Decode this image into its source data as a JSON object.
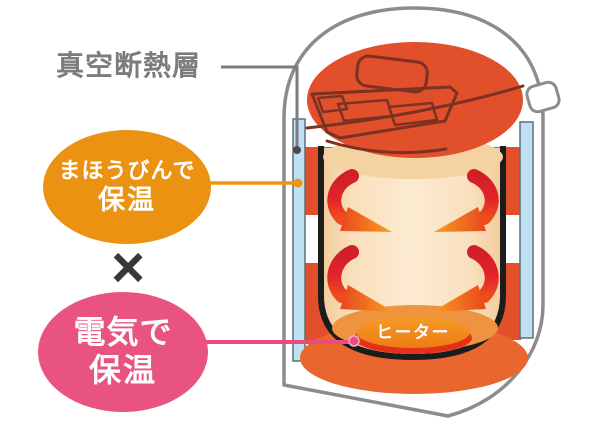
{
  "diagram": {
    "vacuum_layer_label": "真空断熱層",
    "cross_symbol": "×",
    "heater_label": "ヒーター",
    "bubbles": {
      "thermos": {
        "line1": "まほうびんで",
        "line2": "保温"
      },
      "electric": {
        "line1": "電気で",
        "line2": "保温"
      }
    },
    "icons": {
      "heat_flow": "heat-circulation-arrow",
      "vacuum": "vacuum-layer-strip"
    },
    "colors": {
      "thermos_bubble_orange": "#EC9213",
      "electric_bubble_pink": "#E9537F",
      "label_gray": "#7E7B7B",
      "cross_black": "#383838",
      "outline_gray": "#8C8C8C",
      "lid_red": "#E2502B",
      "band_red": "#E2502B",
      "base_orange": "#E9672E",
      "vacuum_blue": "#BFE0F2",
      "interior_cream": "#FCEBD2",
      "heater_orange": "#F08C1C",
      "heater_rim_red": "#E2331A",
      "heater_glow": "#EE9440",
      "arrow_red": "#D7202A",
      "arrow_tip_orange": "#F7A01E",
      "connector_gray": "#7E7B7B",
      "connector_orange": "#F0930F",
      "connector_pink": "#EA4C80",
      "inner_wall_black": "#1C1C1C",
      "lid_detail_brown": "#7B3223"
    }
  }
}
